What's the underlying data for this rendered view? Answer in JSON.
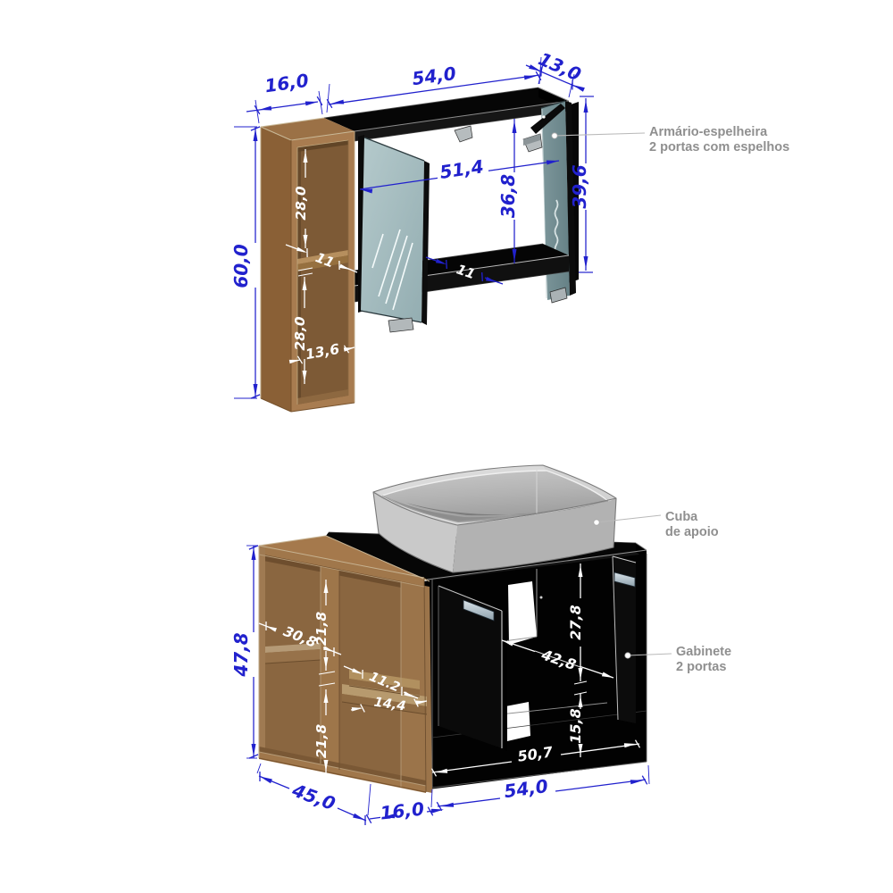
{
  "figures": {
    "top": {
      "name": "armario-espelheira",
      "label": {
        "line1": "Armário-espelheira",
        "line2": "2 portas com espelhos"
      },
      "dims": {
        "width": {
          "value": "54,0",
          "unit": "cm",
          "meaning": "cabinet width"
        },
        "depth": {
          "value": "13,0",
          "unit": "cm",
          "meaning": "cabinet depth"
        },
        "shelf_width": {
          "value": "16,0",
          "unit": "cm",
          "meaning": "side shelf width"
        },
        "height": {
          "value": "60,0",
          "unit": "cm",
          "meaning": "side shelf height"
        },
        "inner_width": {
          "value": "51,4",
          "unit": "cm",
          "meaning": "inner width"
        },
        "inner_height": {
          "value": "36,8",
          "unit": "cm",
          "meaning": "inner height"
        },
        "door_height": {
          "value": "39,6",
          "unit": "cm",
          "meaning": "door height"
        },
        "comp_upper": {
          "value": "28,0",
          "unit": "cm",
          "meaning": "upper compartment height"
        },
        "shelf_depth": {
          "value": "11",
          "unit": "cm",
          "meaning": "shelf depth"
        },
        "comp_lower": {
          "value": "28,0",
          "unit": "cm",
          "meaning": "lower compartment height"
        },
        "inner_width_shelf": {
          "value": "13,6",
          "unit": "cm",
          "meaning": "shelf inner width"
        },
        "rail_depth": {
          "value": "11",
          "unit": "cm",
          "meaning": "bottom rail depth"
        }
      }
    },
    "bottom": {
      "name": "gabinete-com-cuba",
      "label_basin": {
        "line1": "Cuba",
        "line2": "de apoio"
      },
      "label_cabinet": {
        "line1": "Gabinete",
        "line2": "2 portas"
      },
      "dims": {
        "height": {
          "value": "47,8",
          "unit": "cm",
          "meaning": "cabinet height"
        },
        "depth": {
          "value": "45,0",
          "unit": "cm",
          "meaning": "cabinet depth"
        },
        "shelf_width": {
          "value": "16,0",
          "unit": "cm",
          "meaning": "side shelf width"
        },
        "width": {
          "value": "54,0",
          "unit": "cm",
          "meaning": "cabinet width"
        },
        "comp_back": {
          "value": "30,8",
          "unit": "cm",
          "meaning": "back compartment width"
        },
        "comp_top": {
          "value": "21,8",
          "unit": "cm",
          "meaning": "top compartment height"
        },
        "comp_bottom": {
          "value": "21,8",
          "unit": "cm",
          "meaning": "bottom compartment height"
        },
        "shelf_small": {
          "value": "11.2",
          "unit": "cm",
          "meaning": "small shelf depth"
        },
        "shelf_large": {
          "value": "14,4",
          "unit": "cm",
          "meaning": "large shelf depth"
        },
        "inner_top": {
          "value": "27,8",
          "unit": "cm",
          "meaning": "inner top height"
        },
        "inner_width": {
          "value": "42,8",
          "unit": "cm",
          "meaning": "inner width"
        },
        "inner_bottom": {
          "value": "15,8",
          "unit": "cm",
          "meaning": "inner bottom height"
        },
        "inner_bottom_width": {
          "value": "50,7",
          "unit": "cm",
          "meaning": "inner bottom width"
        }
      }
    }
  },
  "colors": {
    "dimension_blue": "#2121cd",
    "dimension_white": "#ffffff",
    "label_grey": "#8f8f8f",
    "wood_brown": "#a87c50",
    "cabinet_black": "#060606",
    "mirror_teal": "#a9c0c3",
    "basin_grey": "#c2c2c2",
    "background": "#ffffff"
  }
}
